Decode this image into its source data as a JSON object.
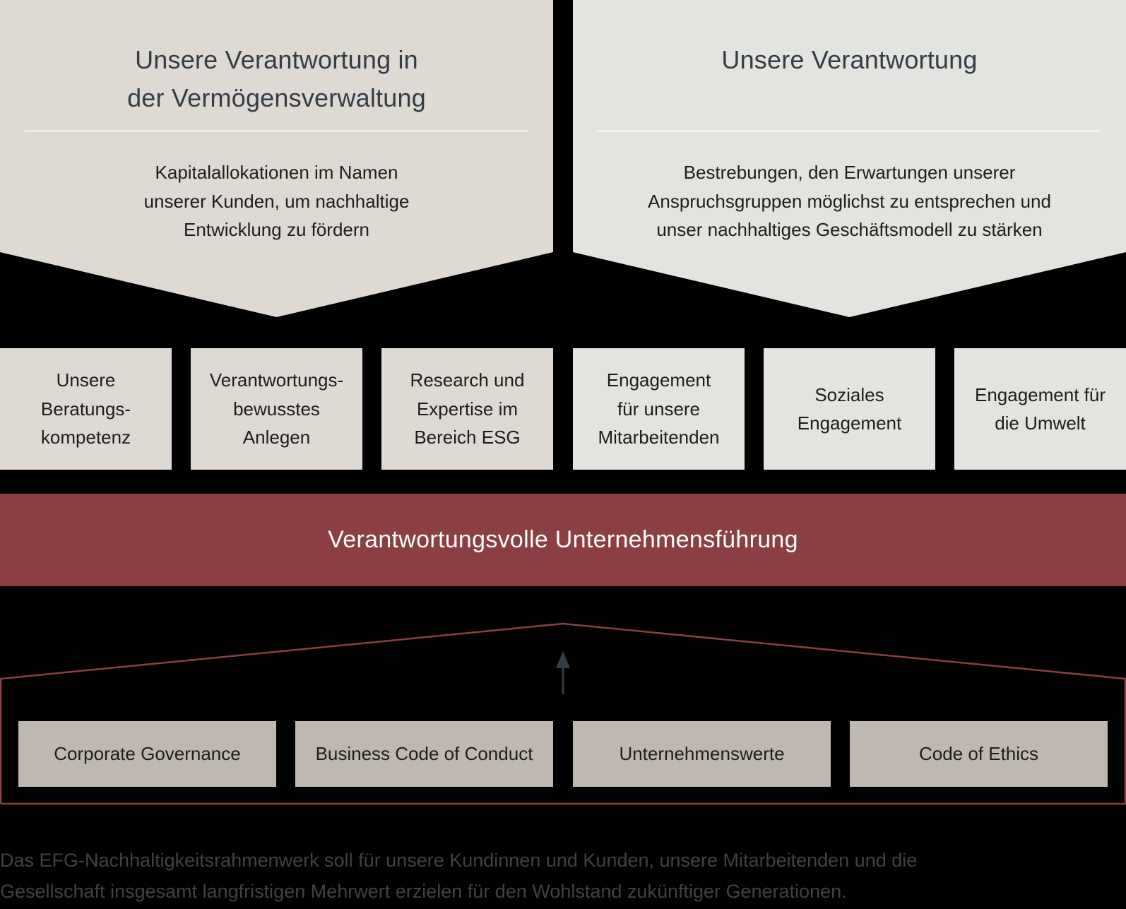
{
  "top_sections": [
    {
      "title_lines": [
        "Unsere Verantwortung in",
        "der Vermögensverwaltung"
      ],
      "description_lines": [
        "Kapitalallokationen im Namen",
        "unserer Kunden, um nachhaltige",
        "Entwicklung zu fördern"
      ],
      "color": "#dfd9d3"
    },
    {
      "title_lines": [
        "Unsere Verantwortung"
      ],
      "description_lines": [
        "Bestrebungen, den Erwartungen unserer",
        "Anspruchsgruppen möglichst zu entsprechen und",
        "unser nachhaltiges Geschäftsmodell zu stärken"
      ],
      "color": "#e3e3df"
    }
  ],
  "pillars": [
    {
      "lines": [
        "Unsere",
        "Beratungs-",
        "kompetenz"
      ]
    },
    {
      "lines": [
        "Verantwortungs-",
        "bewusstes",
        "Anlegen"
      ]
    },
    {
      "lines": [
        "Research und",
        "Expertise im",
        "Bereich ESG"
      ]
    },
    {
      "lines": [
        "Engagement",
        "für unsere",
        "Mitarbeitenden"
      ]
    },
    {
      "lines": [
        "Soziales",
        "Engagement"
      ]
    },
    {
      "lines": [
        "Engagement für",
        "die Umwelt"
      ]
    }
  ],
  "governance_band": {
    "label": "Verantwortungsvolle Unternehmensführung",
    "color": "#8c3f42"
  },
  "foundation": {
    "arrow_icon": "arrow-up-icon",
    "outline_color": "#8c3f42",
    "items": [
      {
        "label": "Corporate Governance"
      },
      {
        "label": "Business Code of Conduct"
      },
      {
        "label": "Unternehmenswerte"
      },
      {
        "label": "Code of Ethics"
      }
    ]
  },
  "footer": {
    "lines": [
      "Das EFG-Nachhaltigkeitsrahmenwerk soll für unsere Kundinnen und Kunden, unsere Mitarbeitenden und die",
      "Gesellschaft insgesamt langfristigen Mehrwert erzielen für den Wohlstand zukünftiger Generationen."
    ]
  }
}
